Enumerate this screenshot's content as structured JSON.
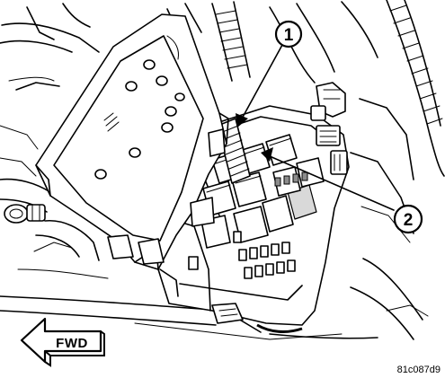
{
  "callouts": [
    {
      "number": "1"
    },
    {
      "number": "2"
    }
  ],
  "direction_arrow": {
    "label": "FWD",
    "points": "left"
  },
  "figure_id": "81c087d9"
}
